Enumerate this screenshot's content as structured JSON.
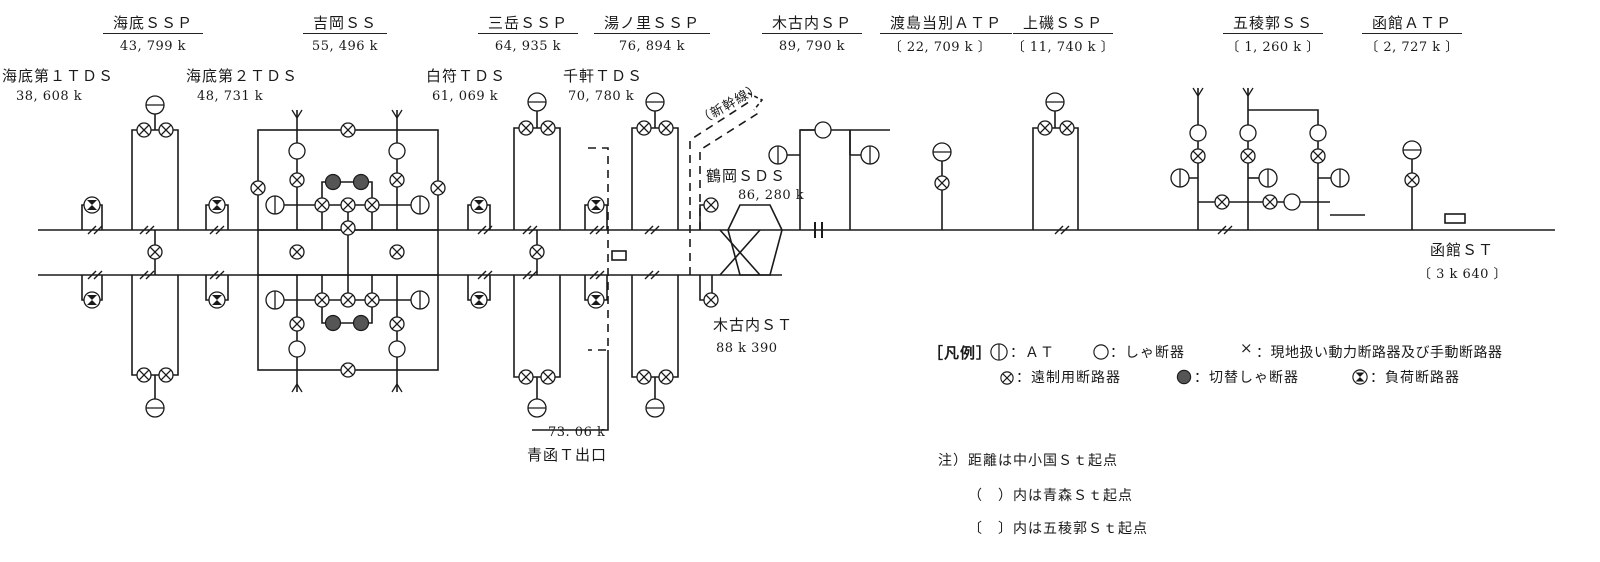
{
  "stations": {
    "kaitei_ssp": {
      "name": "海底ＳＳＰ",
      "dist": "43, 799 k"
    },
    "yoshioka_ss": {
      "name": "吉岡ＳＳ",
      "dist": "55, 496 k"
    },
    "mitake_ssp": {
      "name": "三岳ＳＳＰ",
      "dist": "64, 935 k"
    },
    "yunosato_ssp": {
      "name": "湯ノ里ＳＳＰ",
      "dist": "76, 894 k"
    },
    "kikonai_sp": {
      "name": "木古内ＳＰ",
      "dist": "89, 790 k"
    },
    "oshima_atp": {
      "name": "渡島当別ＡＴＰ",
      "dist": "〔 22, 709 k 〕"
    },
    "kamiiso_ssp": {
      "name": "上磯ＳＳＰ",
      "dist": "〔 11, 740 k 〕"
    },
    "goryokaku_ss": {
      "name": "五稜郭ＳＳ",
      "dist": "〔 1, 260 k 〕"
    },
    "hakodate_atp": {
      "name": "函館ＡＴＰ",
      "dist": "〔 2, 727 k 〕"
    },
    "kaitei_1tds": {
      "name": "海底第１ＴＤＳ",
      "dist": "38, 608 k"
    },
    "kaitei_2tds": {
      "name": "海底第２ＴＤＳ",
      "dist": "48, 731 k"
    },
    "shirafu_tds": {
      "name": "白符ＴＤＳ",
      "dist": "61, 069 k"
    },
    "senken_tds": {
      "name": "千軒ＴＤＳ",
      "dist": "70, 780 k"
    },
    "tsuruoka_sds": {
      "name": "鶴岡ＳＤＳ",
      "dist": "86, 280 k"
    },
    "kikonai_st": {
      "name": "木古内ＳＴ",
      "dist": "88 k 390"
    },
    "hakodate_st": {
      "name": "函館ＳＴ",
      "dist": "〔 3 k 640 〕"
    },
    "shinkansen": {
      "name": "（新幹線）"
    },
    "seikan_exit": {
      "name": "青函Ｔ出口",
      "dist": "73. 06 k"
    }
  },
  "legend": {
    "title": "［凡例］",
    "at": "：ＡＴ",
    "breaker": "：しゃ断器",
    "manual": "：現地扱い動力断路器及び手動断路器",
    "remote": "：遠制用断路器",
    "switch_breaker": "：切替しゃ断器",
    "load_switch": "：負荷断路器",
    "at_sym": "⦶",
    "breaker_sym": "○",
    "manual_sym": "×",
    "remote_sym": "⊗",
    "switch_sym": "●",
    "load_sym": "⧗"
  },
  "notes": {
    "note1": "注）距離は中小国Ｓｔ起点",
    "note2": "（　）内は青森Ｓｔ起点",
    "note3": "〔　〕内は五稜郭Ｓｔ起点"
  },
  "colors": {
    "line": "#1a1a1a",
    "switch_fill": "#555555"
  }
}
